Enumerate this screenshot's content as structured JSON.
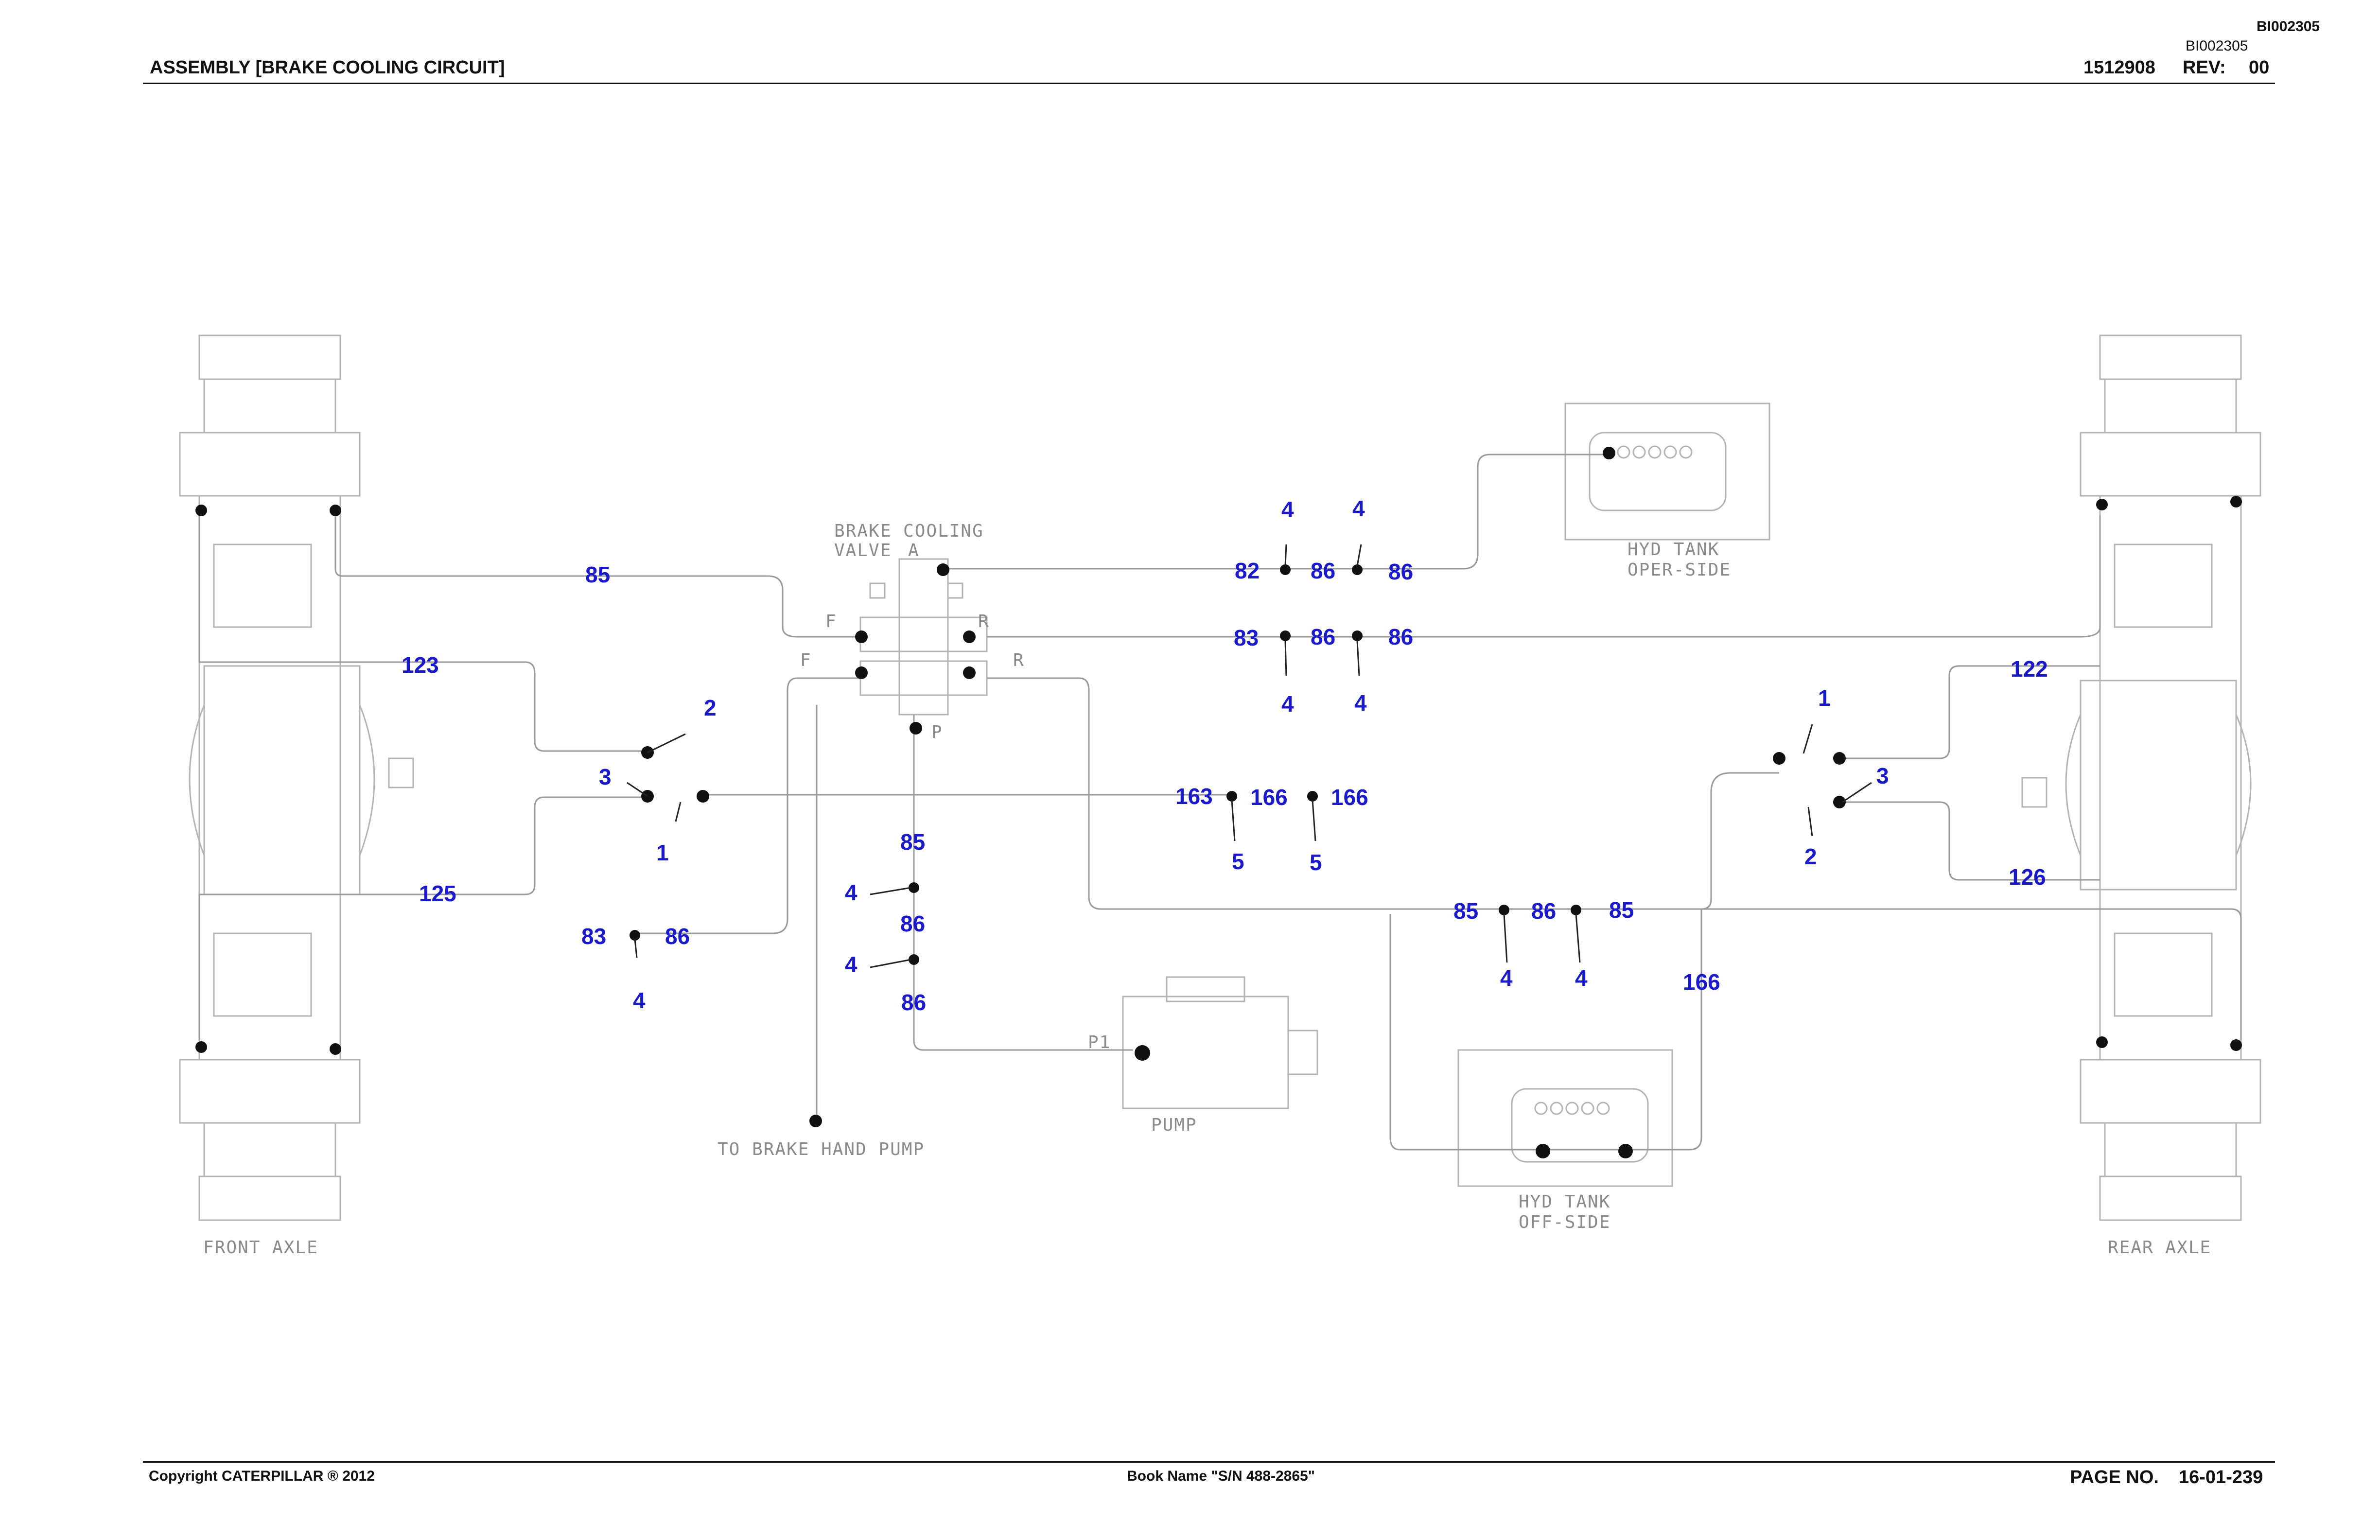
{
  "header": {
    "title": "ASSEMBLY [BRAKE COOLING CIRCUIT]",
    "doc_number": "1512908",
    "rev_label": "REV:",
    "rev_value": "00",
    "ref_top": "BI002305",
    "ref_second": "BI002305"
  },
  "footer": {
    "copyright": "Copyright CATERPILLAR ® 2012",
    "book_name": "Book Name \"S/N 488-2865\"",
    "page_label": "PAGE NO.",
    "page_value": "16-01-239"
  },
  "diagram": {
    "labels": {
      "front_axle": "FRONT AXLE",
      "rear_axle": "REAR AXLE",
      "brake_cooling_valve_1": "BRAKE COOLING",
      "brake_cooling_valve_2": "VALVE",
      "port_a": "A",
      "port_f1": "F",
      "port_f2": "F",
      "port_r1": "R",
      "port_r2": "R",
      "port_p": "P",
      "hyd_tank_oper_1": "HYD TANK",
      "hyd_tank_oper_2": "OPER-SIDE",
      "hyd_tank_off_1": "HYD TANK",
      "hyd_tank_off_2": "OFF-SIDE",
      "pump": "PUMP",
      "pump_port": "P1",
      "hand_pump": "TO BRAKE HAND PUMP"
    },
    "callouts": {
      "c85_top": "85",
      "c123": "123",
      "c2_left": "2",
      "c3_left": "3",
      "c1_left": "1",
      "c125": "125",
      "c83_low": "83",
      "c86_low": "86",
      "c4_low": "4",
      "c85_mid": "85",
      "c4_mid1": "4",
      "c86_mid1": "86",
      "c4_mid2": "4",
      "c86_mid2": "86",
      "c4_t1": "4",
      "c4_t2": "4",
      "c82": "82",
      "c86_t1": "86",
      "c86_t2": "86",
      "c83_t": "83",
      "c86_t3": "86",
      "c86_t4": "86",
      "c4_t3": "4",
      "c4_t4": "4",
      "c163": "163",
      "c166_a": "166",
      "c166_b": "166",
      "c5_a": "5",
      "c5_b": "5",
      "c85_r1": "85",
      "c86_r": "86",
      "c85_r2": "85",
      "c4_r1": "4",
      "c4_r2": "4",
      "c166_c": "166",
      "c122": "122",
      "c1_right": "1",
      "c3_right": "3",
      "c2_right": "2",
      "c126": "126"
    }
  }
}
